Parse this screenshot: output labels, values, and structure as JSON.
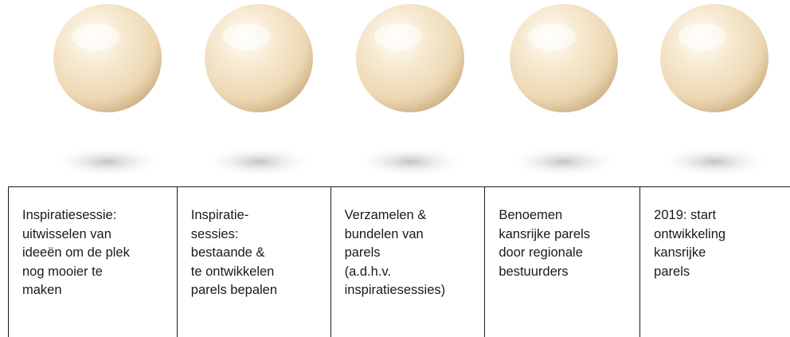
{
  "pearls": [
    {
      "name": "pearl-1"
    },
    {
      "name": "pearl-2"
    },
    {
      "name": "pearl-3"
    },
    {
      "name": "pearl-4"
    },
    {
      "name": "pearl-5"
    }
  ],
  "colors": {
    "pearl_highlight": "#fffdf8",
    "pearl_body": "#f3e2c3",
    "pearl_edge": "#c9ab7e",
    "shadow": "#cfcfcf",
    "border": "#1a1a1a",
    "text": "#1a1a1a"
  },
  "steps": [
    {
      "text": "Inspiratiesessie:\nuitwisselen van\nideeën om de plek\nnog mooier te\nmaken"
    },
    {
      "text": "Inspiratie-\nsessies:\nbestaande &\nte ontwikkelen\nparels bepalen"
    },
    {
      "text": "Verzamelen &\nbundelen van\nparels\n(a.d.h.v.\ninspiratiesessies)"
    },
    {
      "text": "Benoemen\nkansrijke parels\ndoor regionale\nbestuurders"
    },
    {
      "text": "2019: start\nontwikkeling\nkansrijke\nparels"
    }
  ]
}
